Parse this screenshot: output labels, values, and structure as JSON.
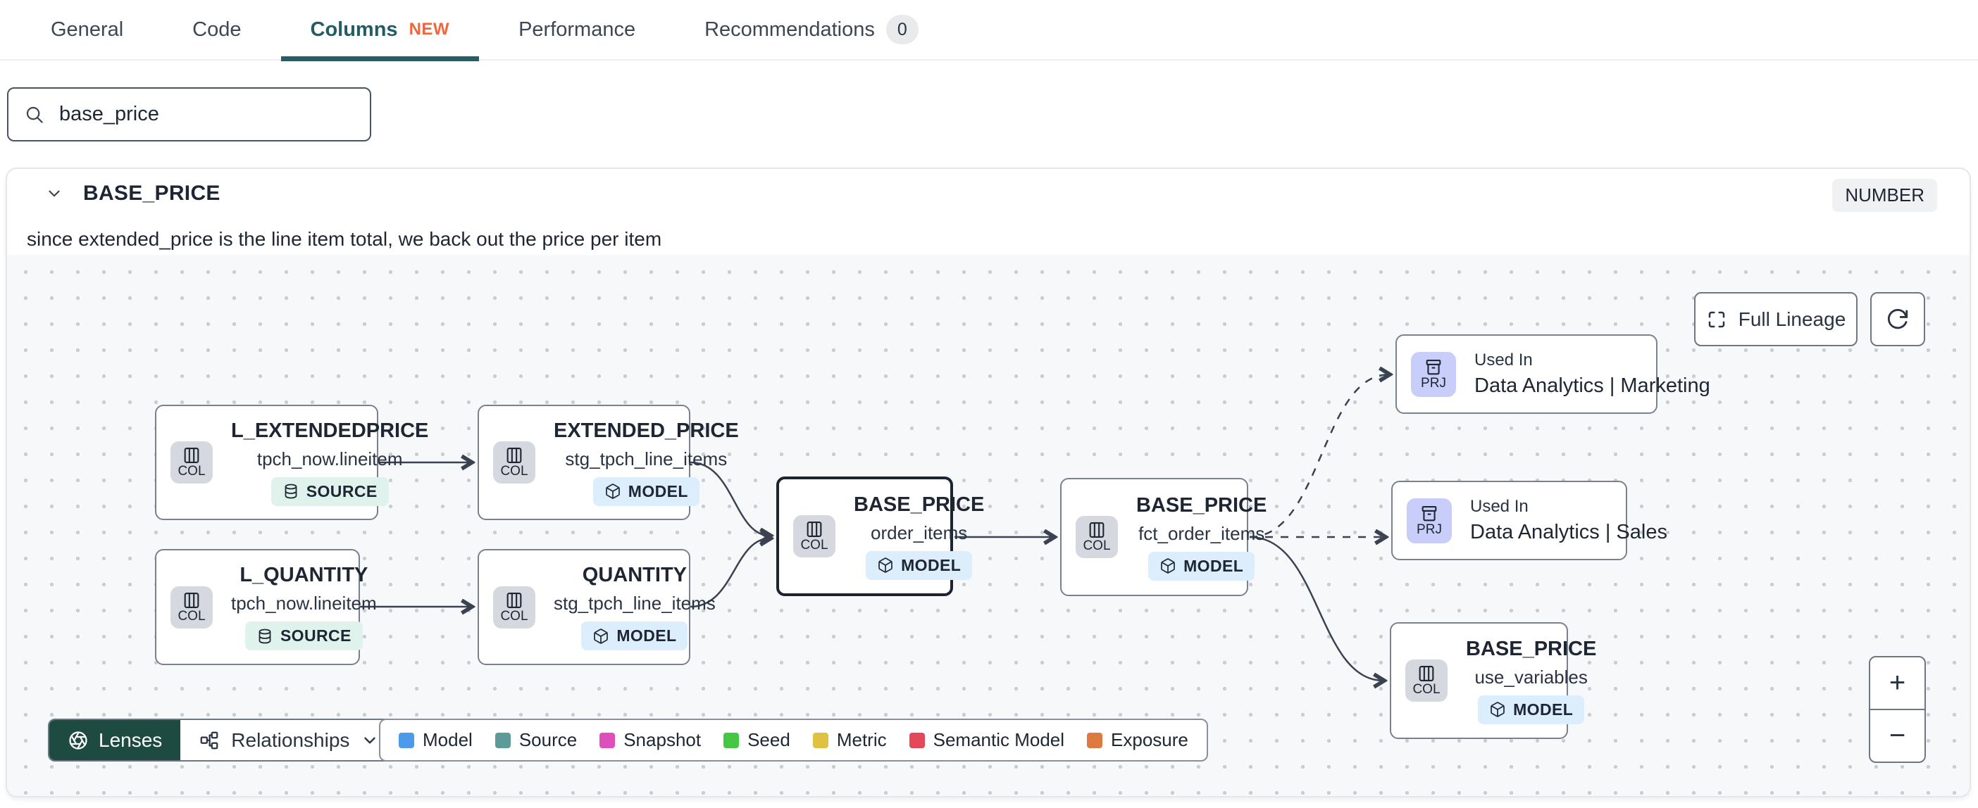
{
  "tabs": {
    "items": [
      {
        "label": "General"
      },
      {
        "label": "Code"
      },
      {
        "label": "Columns",
        "badge": "NEW",
        "active": true
      },
      {
        "label": "Performance"
      },
      {
        "label": "Recommendations",
        "count": "0"
      }
    ]
  },
  "search": {
    "value": "base_price"
  },
  "column_card": {
    "title": "BASE_PRICE",
    "type": "NUMBER",
    "description": "since extended_price is the line item total, we back out the price per item"
  },
  "lineage": {
    "full_lineage_label": "Full Lineage",
    "zoom_in": "+",
    "zoom_out": "−",
    "nodes": [
      {
        "title": "L_EXTENDEDPRICE",
        "subtitle": "tpch_now.lineitem",
        "chip": "COL",
        "badge": "SOURCE"
      },
      {
        "title": "EXTENDED_PRICE",
        "subtitle": "stg_tpch_line_items",
        "chip": "COL",
        "badge": "MODEL"
      },
      {
        "title": "L_QUANTITY",
        "subtitle": "tpch_now.lineitem",
        "chip": "COL",
        "badge": "SOURCE"
      },
      {
        "title": "QUANTITY",
        "subtitle": "stg_tpch_line_items",
        "chip": "COL",
        "badge": "MODEL"
      },
      {
        "title": "BASE_PRICE",
        "subtitle": "order_items",
        "chip": "COL",
        "badge": "MODEL",
        "selected": true
      },
      {
        "title": "BASE_PRICE",
        "subtitle": "fct_order_items",
        "chip": "COL",
        "badge": "MODEL"
      },
      {
        "title": "Data Analytics | Marketing",
        "label": "Used In",
        "chip": "PRJ"
      },
      {
        "title": "Data Analytics | Sales",
        "label": "Used In",
        "chip": "PRJ"
      },
      {
        "title": "BASE_PRICE",
        "subtitle": "use_variables",
        "chip": "COL",
        "badge": "MODEL"
      }
    ],
    "toolbar": {
      "lenses": "Lenses",
      "relationships": "Relationships"
    },
    "legend": [
      {
        "label": "Model",
        "color": "#4c9be8"
      },
      {
        "label": "Source",
        "color": "#5c9b98"
      },
      {
        "label": "Snapshot",
        "color": "#de4fbc"
      },
      {
        "label": "Seed",
        "color": "#44c742"
      },
      {
        "label": "Metric",
        "color": "#dfc340"
      },
      {
        "label": "Semantic Model",
        "color": "#e2475a"
      },
      {
        "label": "Exposure",
        "color": "#dc7a3f"
      }
    ]
  }
}
